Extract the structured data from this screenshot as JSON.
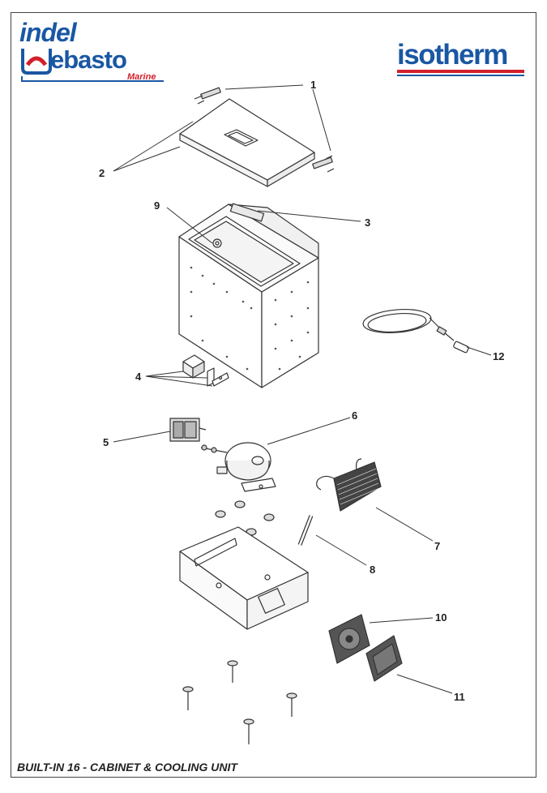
{
  "brand_left": {
    "line1": "indel",
    "line2": "ebasto",
    "sub": "Marine"
  },
  "brand_right": {
    "name": "isotherm"
  },
  "footer": "BUILT-IN 16 - CABINET & COOLING UNIT",
  "labels": [
    "1",
    "2",
    "3",
    "4",
    "5",
    "6",
    "7",
    "8",
    "9",
    "10",
    "11",
    "12"
  ],
  "colors": {
    "brand_blue": "#1a57a3",
    "brand_red": "#d21f2b"
  }
}
